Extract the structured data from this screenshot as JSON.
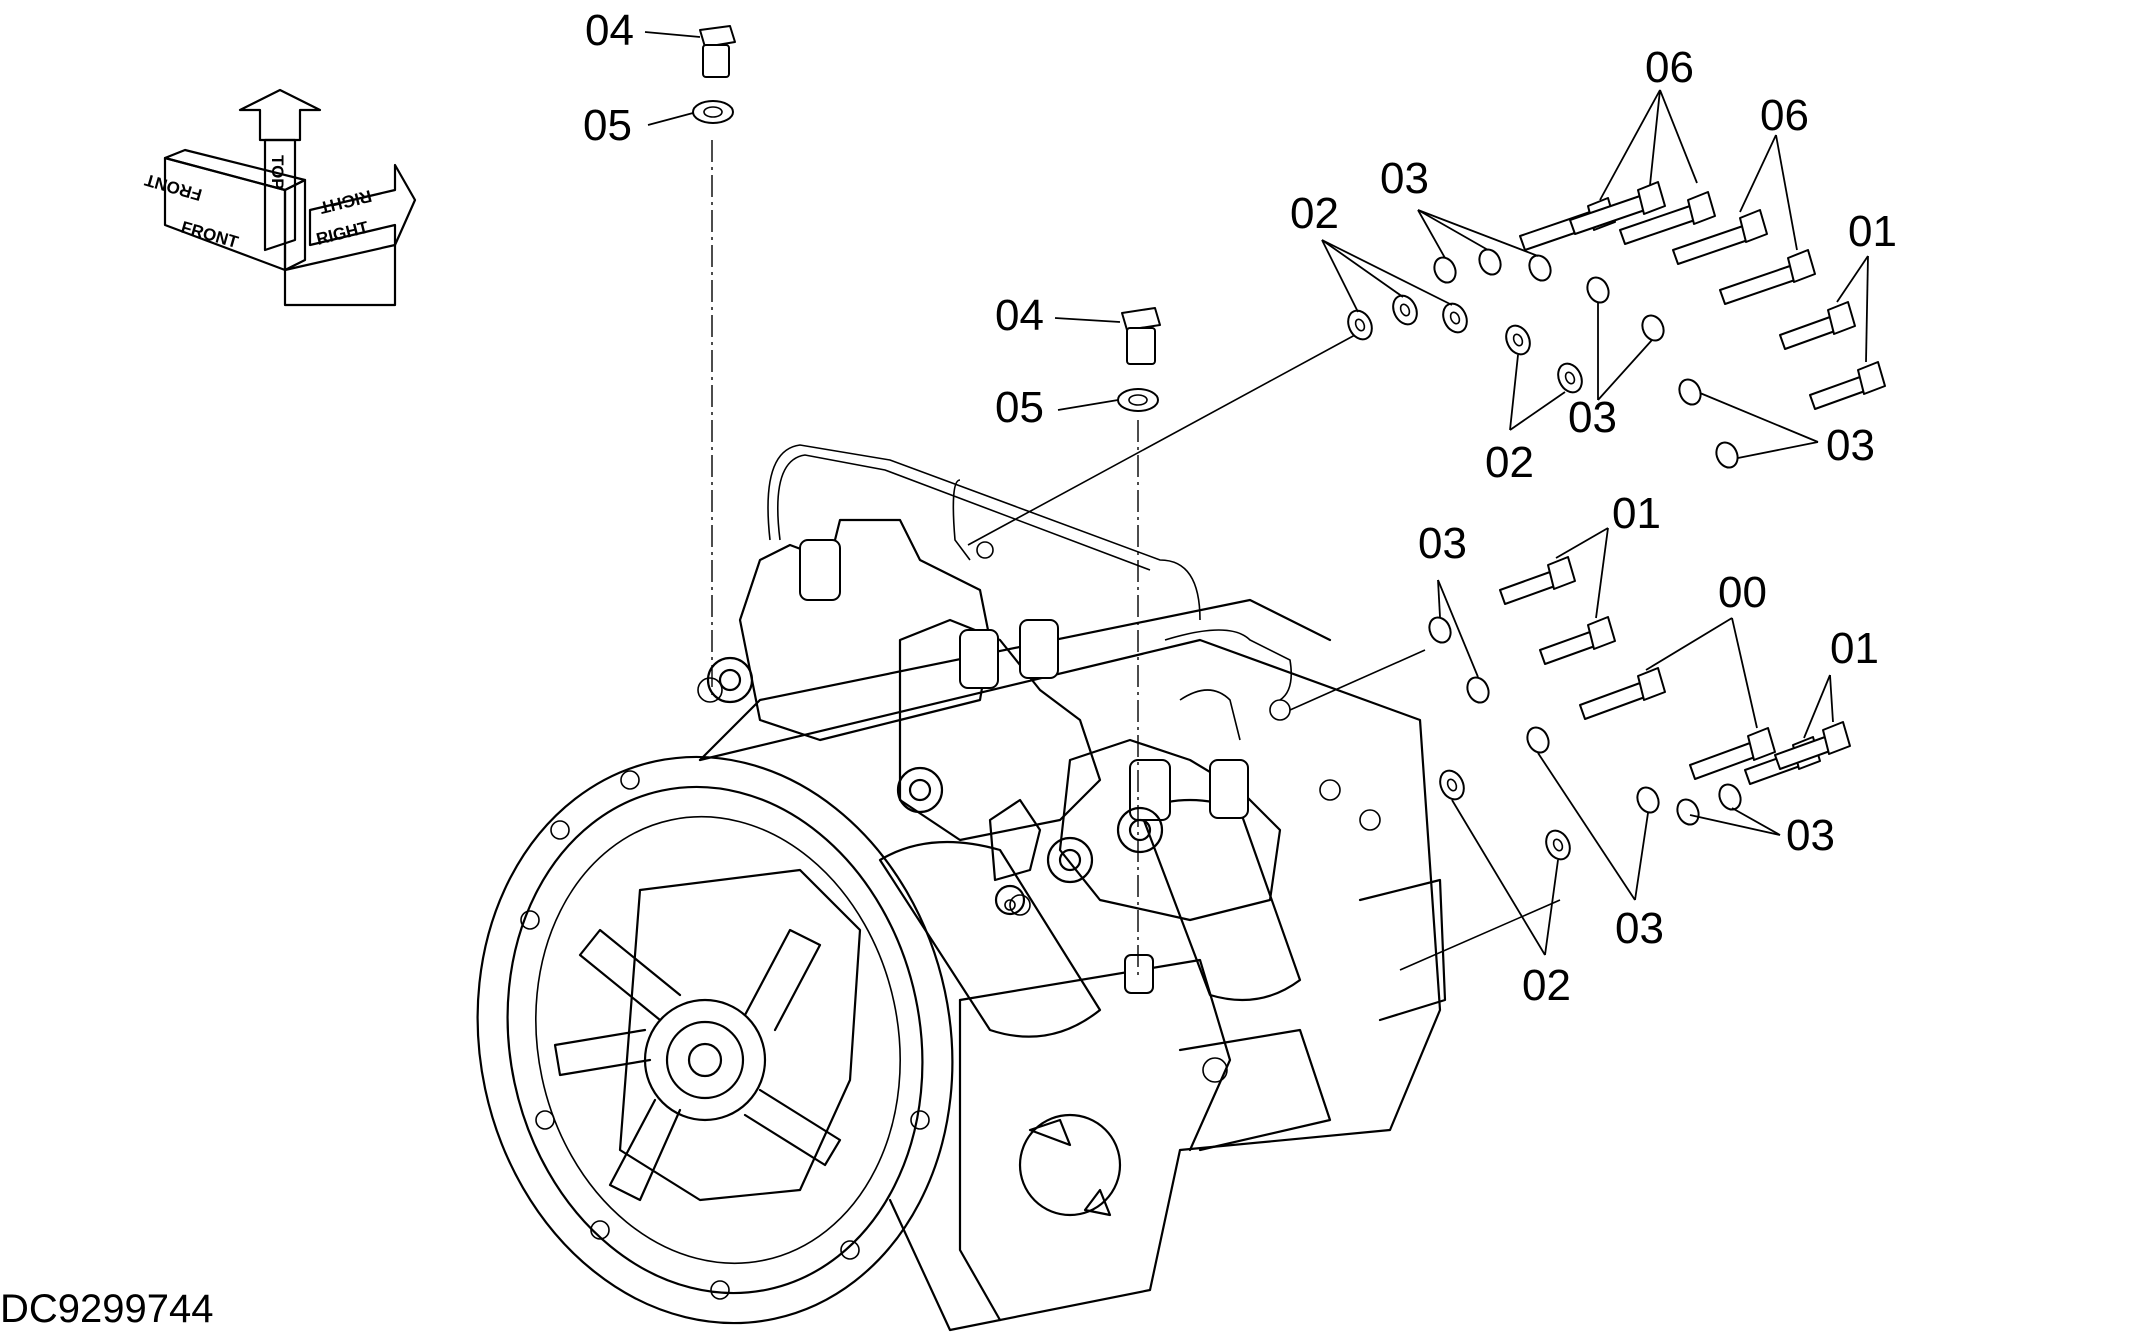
{
  "diagram_code": "DC9299744",
  "orientation": {
    "front": "FRONT",
    "top": "TOP",
    "right": "RIGHT"
  },
  "callouts": {
    "c04_top": "04",
    "c05_top": "05",
    "c04_mid": "04",
    "c05_mid": "05",
    "c06_a": "06",
    "c06_b": "06",
    "c03_a": "03",
    "c02_a": "02",
    "c01_a": "01",
    "c03_b": "03",
    "c02_b": "02",
    "c03_c": "03",
    "c03_d": "03",
    "c01_b": "01",
    "c00": "00",
    "c01_c": "01",
    "c03_e": "03",
    "c03_f": "03",
    "c02_c": "02"
  }
}
